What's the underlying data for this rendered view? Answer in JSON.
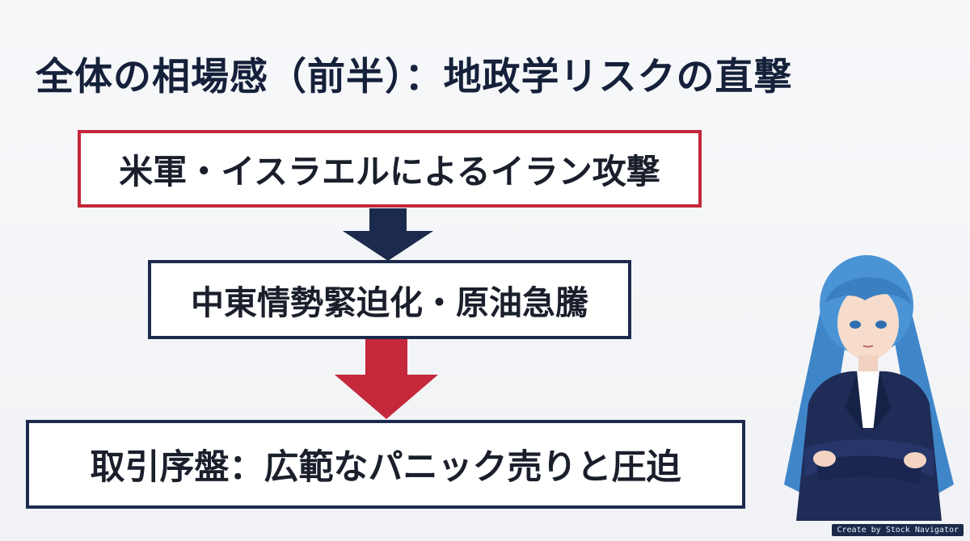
{
  "slide": {
    "title": "全体の相場感（前半）：地政学リスクの直撃",
    "steps": [
      {
        "label": "米軍・イスラエルによるイラン攻撃",
        "border_color": "#c4283a"
      },
      {
        "label": "中東情勢緊迫化・原油急騰",
        "border_color": "#1c2b4d"
      },
      {
        "label": "取引序盤：広範なパニック売りと圧迫",
        "border_color": "#1c2b4d"
      }
    ],
    "arrows": [
      {
        "color": "#1c2b4d",
        "direction": "down"
      },
      {
        "color": "#c4283a",
        "direction": "down"
      }
    ],
    "credit": "Create by Stock Navigator"
  }
}
